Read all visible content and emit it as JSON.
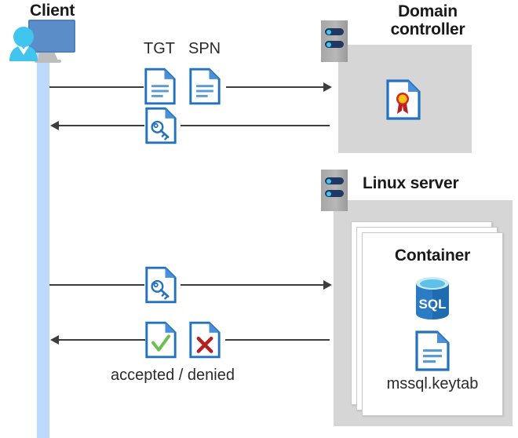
{
  "diagram": {
    "title_client": "Client",
    "title_domain_controller_line1": "Domain",
    "title_domain_controller_line2": "controller",
    "title_linux_server": "Linux server",
    "title_container": "Container",
    "label_tgt": "TGT",
    "label_spn": "SPN",
    "label_keytab": "mssql.keytab",
    "label_accepted_denied": "accepted / denied",
    "label_sql": "SQL",
    "icons": {
      "client": "client-workstation-user-icon",
      "server_rack_dc": "server-rack-icon",
      "server_rack_linux": "server-rack-icon",
      "doc_tgt": "document-text-icon",
      "doc_spn": "document-text-icon",
      "doc_ticket_key_top": "document-key-icon",
      "doc_ticket_key_bottom": "document-key-icon",
      "doc_accepted": "document-check-icon",
      "doc_denied": "document-cross-icon",
      "doc_certificate": "document-certificate-icon",
      "doc_keytab": "document-text-icon",
      "sql_database": "sql-database-icon"
    },
    "colors": {
      "lifeline": "#bdd9fb",
      "panel_gray": "#d6d6d6",
      "doc_blue": "#2272c0",
      "doc_fold_blue": "#4a90d9",
      "line": "#3d3d3d",
      "accepted_green": "#6cbf53",
      "denied_red": "#b32121",
      "sql_blue": "#1f6cb0",
      "cert_gold": "#f5c518",
      "cert_ribbon_red": "#b32121",
      "rack_navy": "#203864",
      "rack_led": "#3fc7f4",
      "monitor_blue": "#4f81bd",
      "person_cyan": "#3fc7f4",
      "text_dark": "#1a1a1a"
    },
    "flows": [
      {
        "name": "client-to-dc-request",
        "direction": "right",
        "labels": [
          "TGT",
          "SPN"
        ]
      },
      {
        "name": "dc-to-client-ticket",
        "direction": "left",
        "labels": []
      },
      {
        "name": "client-to-linux-ticket",
        "direction": "right",
        "labels": []
      },
      {
        "name": "linux-to-client-result",
        "direction": "left",
        "labels": [
          "accepted / denied"
        ]
      }
    ]
  }
}
